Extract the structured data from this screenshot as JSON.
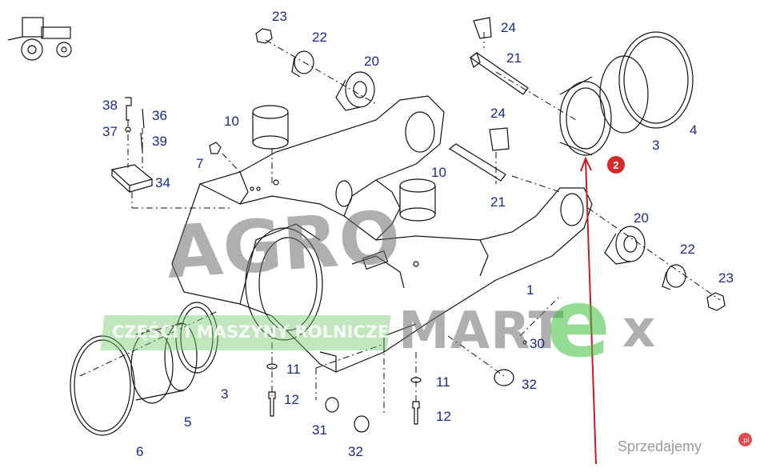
{
  "callouts": {
    "n23a": "23",
    "n22a": "22",
    "n20a": "20",
    "n24a": "24",
    "n21a": "21",
    "n24b": "24",
    "n38": "38",
    "n36": "36",
    "n37": "37",
    "n39": "39",
    "n34": "34",
    "n10a": "10",
    "n7": "7",
    "n10b": "10",
    "n21b": "21",
    "n3a": "3",
    "n4": "4",
    "n20b": "20",
    "n22b": "22",
    "n23b": "23",
    "n1": "1",
    "n30": "30",
    "n32a": "32",
    "n11a": "11",
    "n12a": "12",
    "n11b": "11",
    "n12b": "12",
    "n31": "31",
    "n32b": "32",
    "n3b": "3",
    "n5": "5",
    "n6": "6"
  },
  "badge": "2",
  "watermark": {
    "brand_top": "AGRO",
    "brand_bottom": "MART",
    "brand_e": "e",
    "brand_x": "x",
    "strip": "CZĘŚCI I MASZYNY ROLNICZE"
  },
  "site_watermark": "Sprzedajemy",
  "site_suffix": ".pl",
  "colors": {
    "callout": "#1a2a8c",
    "badge": "#d42a2a",
    "arrow": "#c02020",
    "line": "#111111"
  }
}
